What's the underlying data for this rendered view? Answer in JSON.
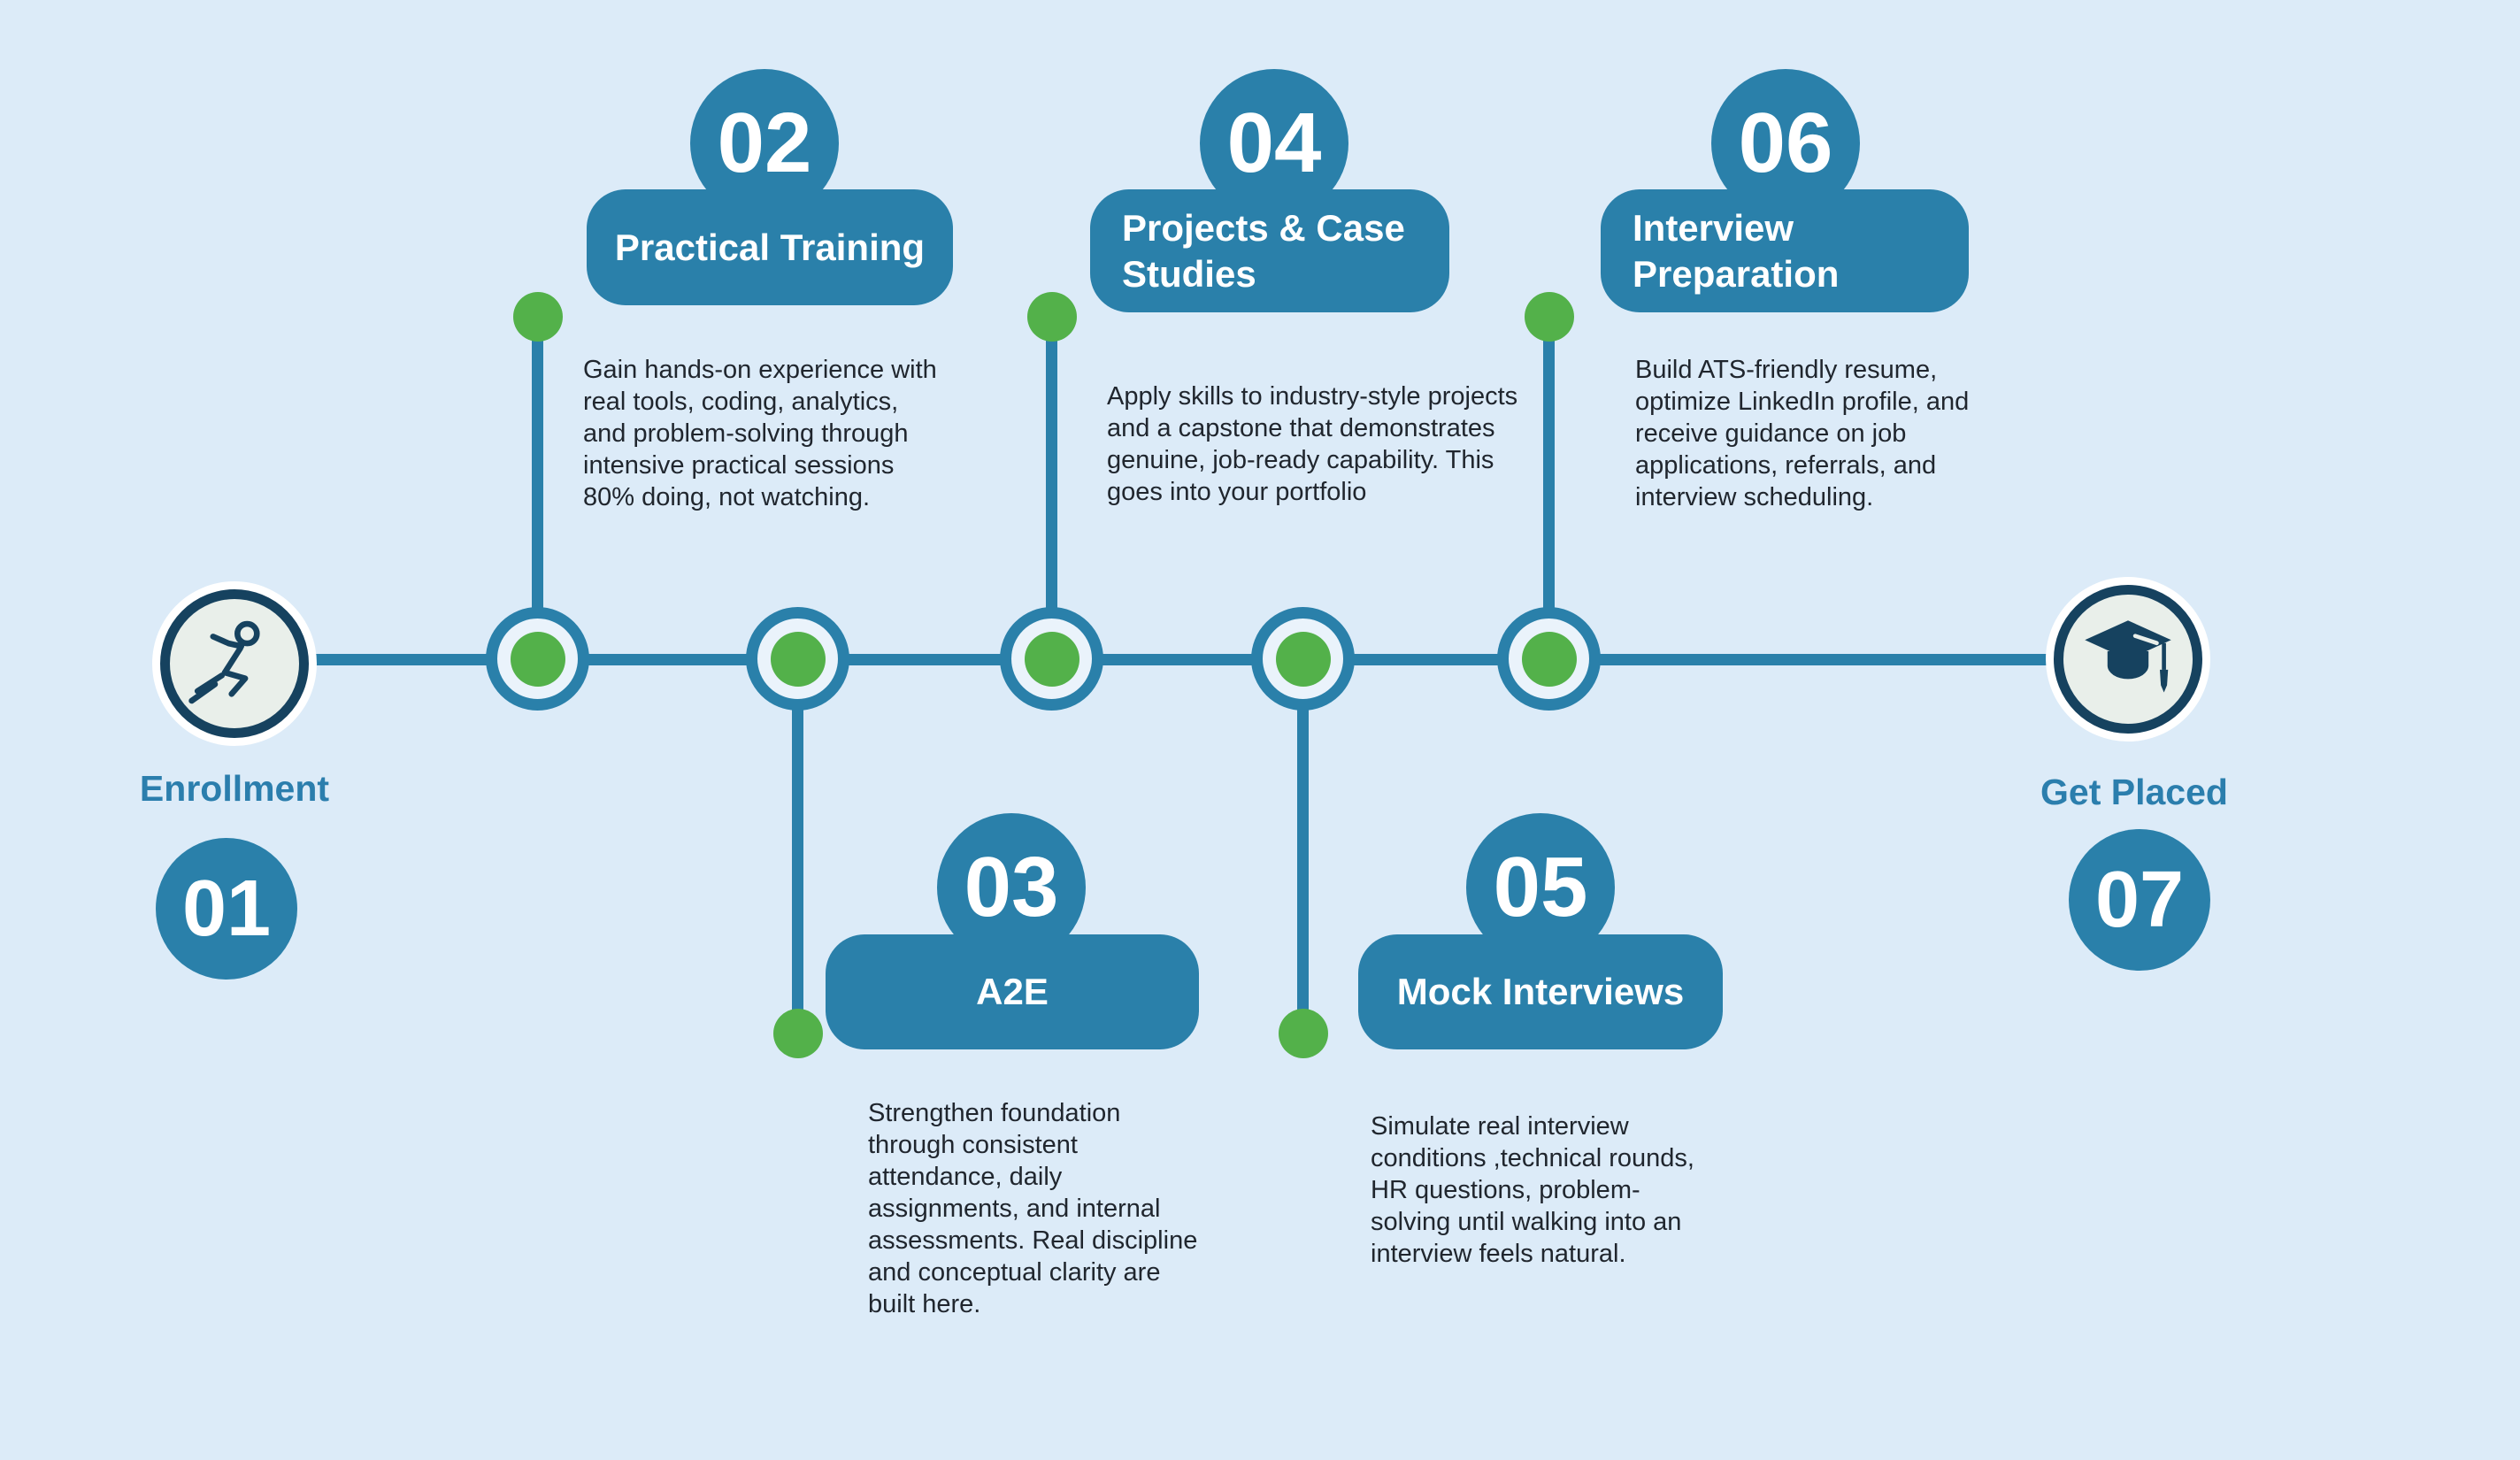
{
  "colors": {
    "background": "#dcebf8",
    "panel_blue": "#2a80aa",
    "green": "#53b14a",
    "navy": "#16425f",
    "label_blue": "#2b7ead",
    "text_dark": "#20262e",
    "node_inner": "#eaf3fb",
    "icon_bg": "#e9efea",
    "white": "#ffffff"
  },
  "endpoints": {
    "start": {
      "number": "01",
      "label": "Enrollment",
      "icon": "running-person-icon"
    },
    "end": {
      "number": "07",
      "label": "Get Placed",
      "icon": "graduation-cap-icon"
    }
  },
  "steps": [
    {
      "number": "02",
      "title": "Practical Training",
      "description": "Gain hands-on experience with real tools, coding, analytics, and problem-solving through intensive practical sessions 80% doing, not watching."
    },
    {
      "number": "03",
      "title": "A2E",
      "description": "Strengthen foundation through consistent attendance, daily assignments, and internal assessments. Real discipline and conceptual clarity are built here."
    },
    {
      "number": "04",
      "title": "Projects & Case Studies",
      "description": "Apply skills to industry-style projects and a capstone that demonstrates genuine, job-ready capability. This goes into your portfolio"
    },
    {
      "number": "05",
      "title": "Mock Interviews",
      "description": "Simulate real interview conditions ,technical rounds, HR questions, problem-solving until walking into an interview feels natural."
    },
    {
      "number": "06",
      "title": "Interview Preparation",
      "description": "Build ATS-friendly resume, optimize LinkedIn profile, and receive guidance on job applications, referrals, and interview scheduling."
    }
  ]
}
